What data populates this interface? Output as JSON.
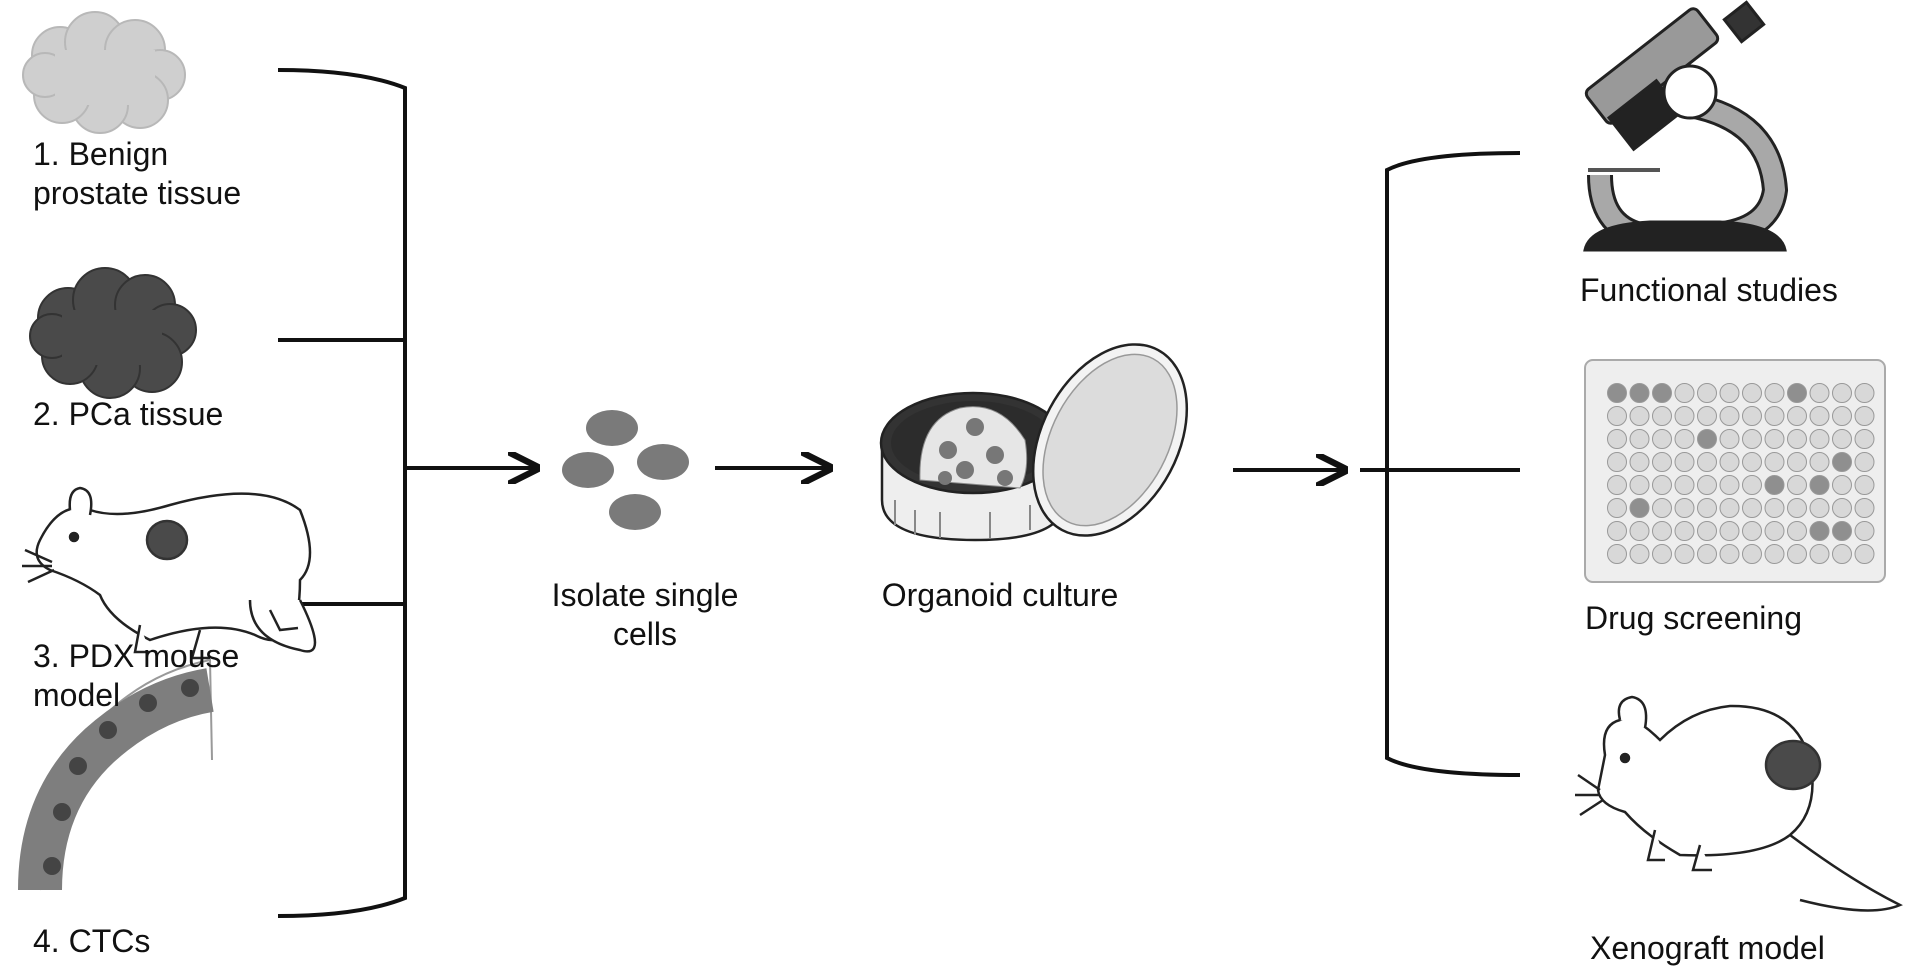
{
  "sources": [
    {
      "lines": [
        "1. Benign",
        "prostate tissue"
      ],
      "icon": "benign-tissue-icon"
    },
    {
      "lines": [
        "2. PCa tissue"
      ],
      "icon": "pca-tissue-icon"
    },
    {
      "lines": [
        "3. PDX mouse",
        "model"
      ],
      "icon": "pdx-mouse-icon"
    },
    {
      "lines": [
        "4. CTCs"
      ],
      "icon": "ctc-vessel-icon"
    }
  ],
  "steps": [
    {
      "lines": [
        "Isolate single",
        "cells"
      ],
      "icon": "single-cells-icon"
    },
    {
      "lines": [
        "Organoid culture"
      ],
      "icon": "petri-dish-icon"
    }
  ],
  "applications": [
    {
      "label": "Functional studies",
      "icon": "microscope-icon"
    },
    {
      "label": "Drug screening",
      "icon": "well-plate-icon"
    },
    {
      "label": "Xenograft model",
      "icon": "xenograft-mouse-icon"
    }
  ],
  "colors": {
    "light_tissue": "#cfcfcf",
    "dark_tissue": "#4a4a4a",
    "cell": "#7a7a7a",
    "line": "#111111"
  }
}
